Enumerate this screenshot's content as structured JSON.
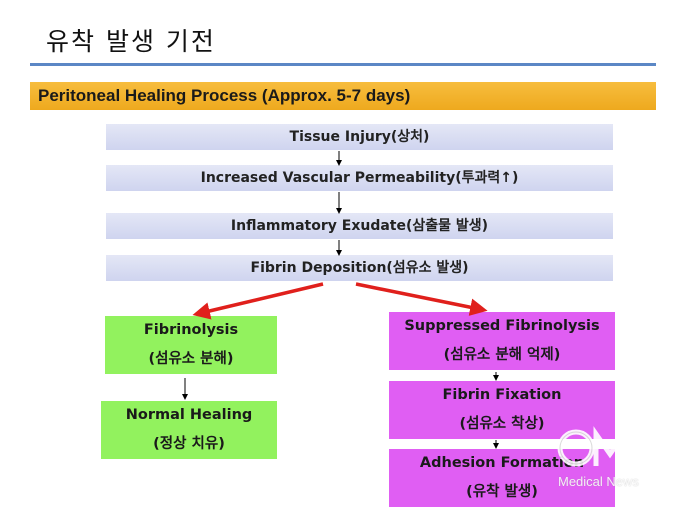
{
  "page_title": "유착 발생 기전",
  "banner": "Peritoneal Healing Process (Approx. 5-7 days)",
  "flow": {
    "step1": "Tissue Injury(상처)",
    "step2": "Increased Vascular Permeability(투과력↑)",
    "step3": "Inflammatory Exudate(삼출물 발생)",
    "step4": "Fibrin Deposition(섬유소 발생)"
  },
  "left_branch": {
    "fibrinolysis_en": "Fibrinolysis",
    "fibrinolysis_ko": "(섬유소 분해)",
    "normal_en": "Normal Healing",
    "normal_ko": "(정상 치유)"
  },
  "right_branch": {
    "suppressed_en": "Suppressed Fibrinolysis",
    "suppressed_ko": "(섬유소 분해 억제)",
    "fixation_en": "Fibrin Fixation",
    "fixation_ko": "(섬유소 착상)",
    "adhesion_en": "Adhesion Formation",
    "adhesion_ko": "(유착 발생)"
  },
  "watermark": {
    "logo_text": "eMD",
    "caption": "Medical News"
  },
  "colors": {
    "banner": "#eea91e",
    "rule": "#5b87c5",
    "flow_box": "#d8dcf2",
    "green_box": "#92f25e",
    "magenta_box": "#e05ef3",
    "branch_arrow": "#e0201c"
  }
}
